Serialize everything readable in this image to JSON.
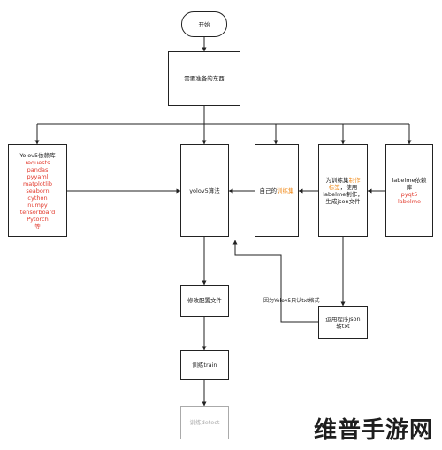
{
  "nodes": {
    "start": "开始",
    "prepare": "需要准备的东西",
    "deps": {
      "title": "Yolov5依赖库",
      "items": [
        "requests",
        "pandas",
        "pyyaml",
        "matplotlib",
        "seaborn",
        "cython",
        "numpy",
        "tensorboard",
        "Pytorch",
        "等"
      ]
    },
    "algo": "yolov5算法",
    "own_train": {
      "prefix": "自己的",
      "highlight": "训练集"
    },
    "make_set": {
      "line1_prefix": "为训练集",
      "line1_highlight": "制作",
      "line2_highlight": "标签",
      "line2_suffix": "，使用",
      "line3": "labelme制作，",
      "line4": "生成json文件"
    },
    "labelme": {
      "title": "labelme依赖",
      "title2": "库",
      "items": [
        "pyqt5",
        "labelme"
      ]
    },
    "apply": {
      "line1": "运用程序json",
      "line2": "转txt"
    },
    "modify": "修改配置文件",
    "train": "训练train",
    "detect": "训练detect"
  },
  "edge_labels": {
    "txt_note": "因为Yolov5只认txt格式"
  },
  "watermark": "维普手游网"
}
